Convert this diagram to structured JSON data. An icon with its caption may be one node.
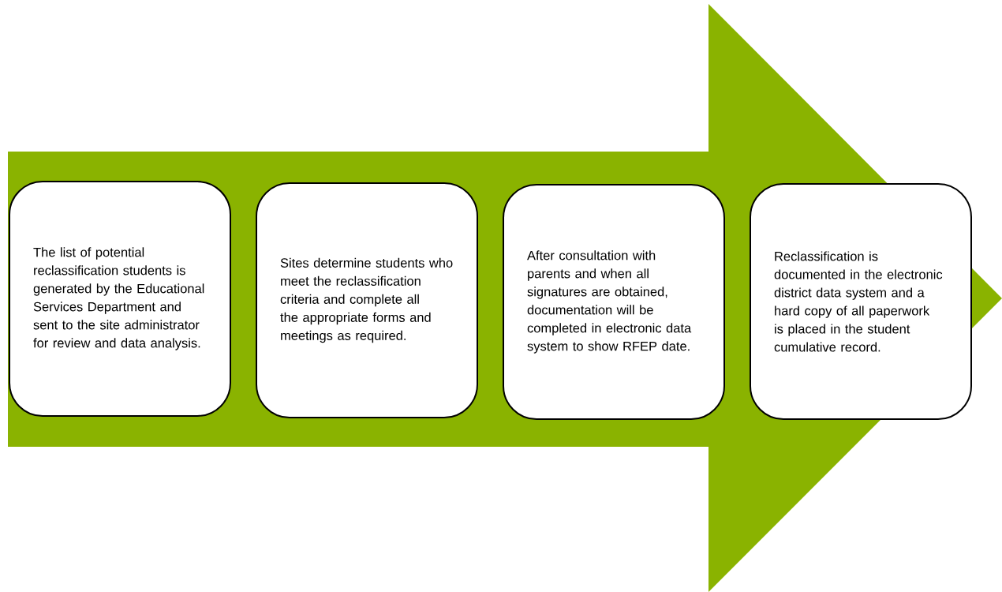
{
  "diagram": {
    "nodes": [
      {
        "text": [],
        "shape": "arrow"
      },
      {
        "text": [
          "The list of potential reclassification students is generated by the Educational Services Department and sent to the site administrator for review and data analysis."
        ],
        "in": 0
      },
      {
        "text": [
          "Sites determine students who meet the reclassification criteria and complete all the appropriate forms and meetings as required."
        ],
        "in": 0
      },
      {
        "text": [
          "After consultation with parents and when all signatures are obtained, documentation will be completed in electronic data system to show RFEP date."
        ],
        "in": 0
      },
      {
        "text": [
          "Reclassification is documented in the electronic district data system and a hard copy of all paperwork is placed in the student cumulative record."
        ],
        "in": 0
      }
    ]
  }
}
